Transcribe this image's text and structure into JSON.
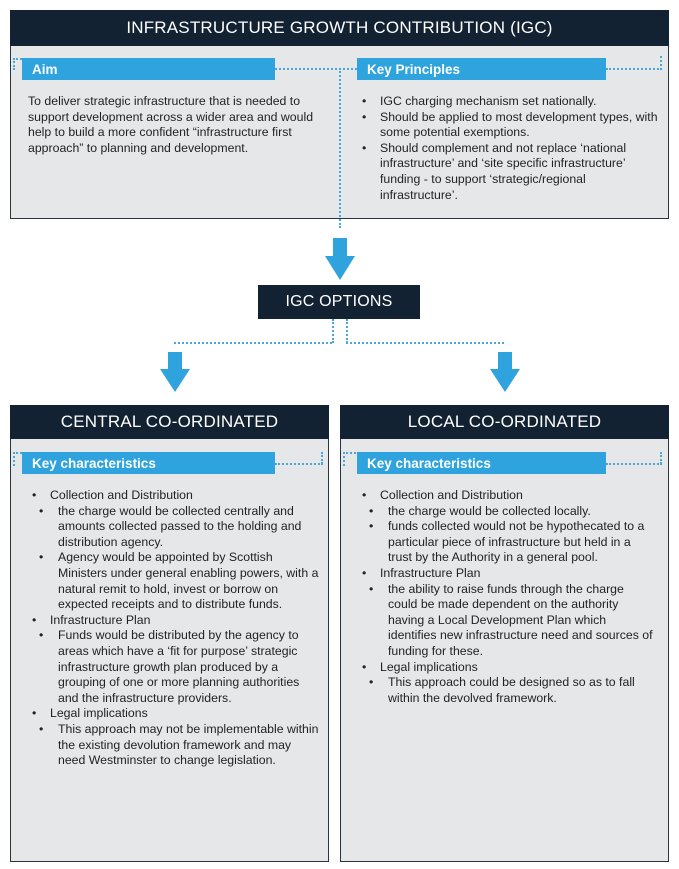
{
  "igc": {
    "title": "INFRASTRUCTURE GROWTH CONTRIBUTION (IGC)",
    "aim": {
      "label": "Aim",
      "text": "To deliver strategic infrastructure that is needed to support development across a wider area and would help to build a more confident “infrastructure first approach” to planning and development."
    },
    "key_principles": {
      "label": "Key Principles",
      "items": [
        "IGC charging mechanism set nationally.",
        "Should be applied to most development types, with some potential exemptions.",
        "Should complement and not replace ‘national infrastructure’ and ‘site specific infrastructure’ funding - to support ‘strategic/regional infrastructure’."
      ]
    }
  },
  "options": {
    "title": "IGC OPTIONS"
  },
  "central": {
    "title": "CENTRAL CO-ORDINATED",
    "label": "Key characteristics",
    "sections": [
      {
        "heading": "Collection and Distribution",
        "items": [
          "the charge would be collected centrally and amounts collected passed to the holding and distribution agency.",
          "Agency would be appointed by Scottish Ministers under general enabling powers, with a natural remit to hold, invest or borrow on expected receipts and to distribute funds."
        ]
      },
      {
        "heading": "Infrastructure Plan",
        "items": [
          "Funds would be distributed by the agency to areas which have a ‘fit for purpose’ strategic infrastructure growth plan produced by a grouping of one or more planning authorities and the infrastructure providers."
        ]
      },
      {
        "heading": "Legal implications",
        "items": [
          "This approach may not be implementable within the existing devolution framework and may need Westminster to change legislation."
        ]
      }
    ]
  },
  "local": {
    "title": "LOCAL CO-ORDINATED",
    "label": "Key characteristics",
    "sections": [
      {
        "heading": "Collection and Distribution",
        "items": [
          "the charge would be collected locally.",
          "funds collected would not be hypothecated to a particular piece of infrastructure but held in a trust by the Authority in a general pool."
        ]
      },
      {
        "heading": "Infrastructure Plan",
        "items": [
          "the ability to raise funds through the charge could be made dependent on the authority having a Local Development Plan which identifies new infrastructure need and sources of funding for these."
        ]
      },
      {
        "heading": "Legal implications",
        "items": [
          "This approach could be designed so as to fall within the devolved framework."
        ]
      }
    ]
  },
  "colors": {
    "navy": "#132233",
    "accent_blue": "#2ea3dd",
    "panel_grey": "#e6e7e8"
  }
}
